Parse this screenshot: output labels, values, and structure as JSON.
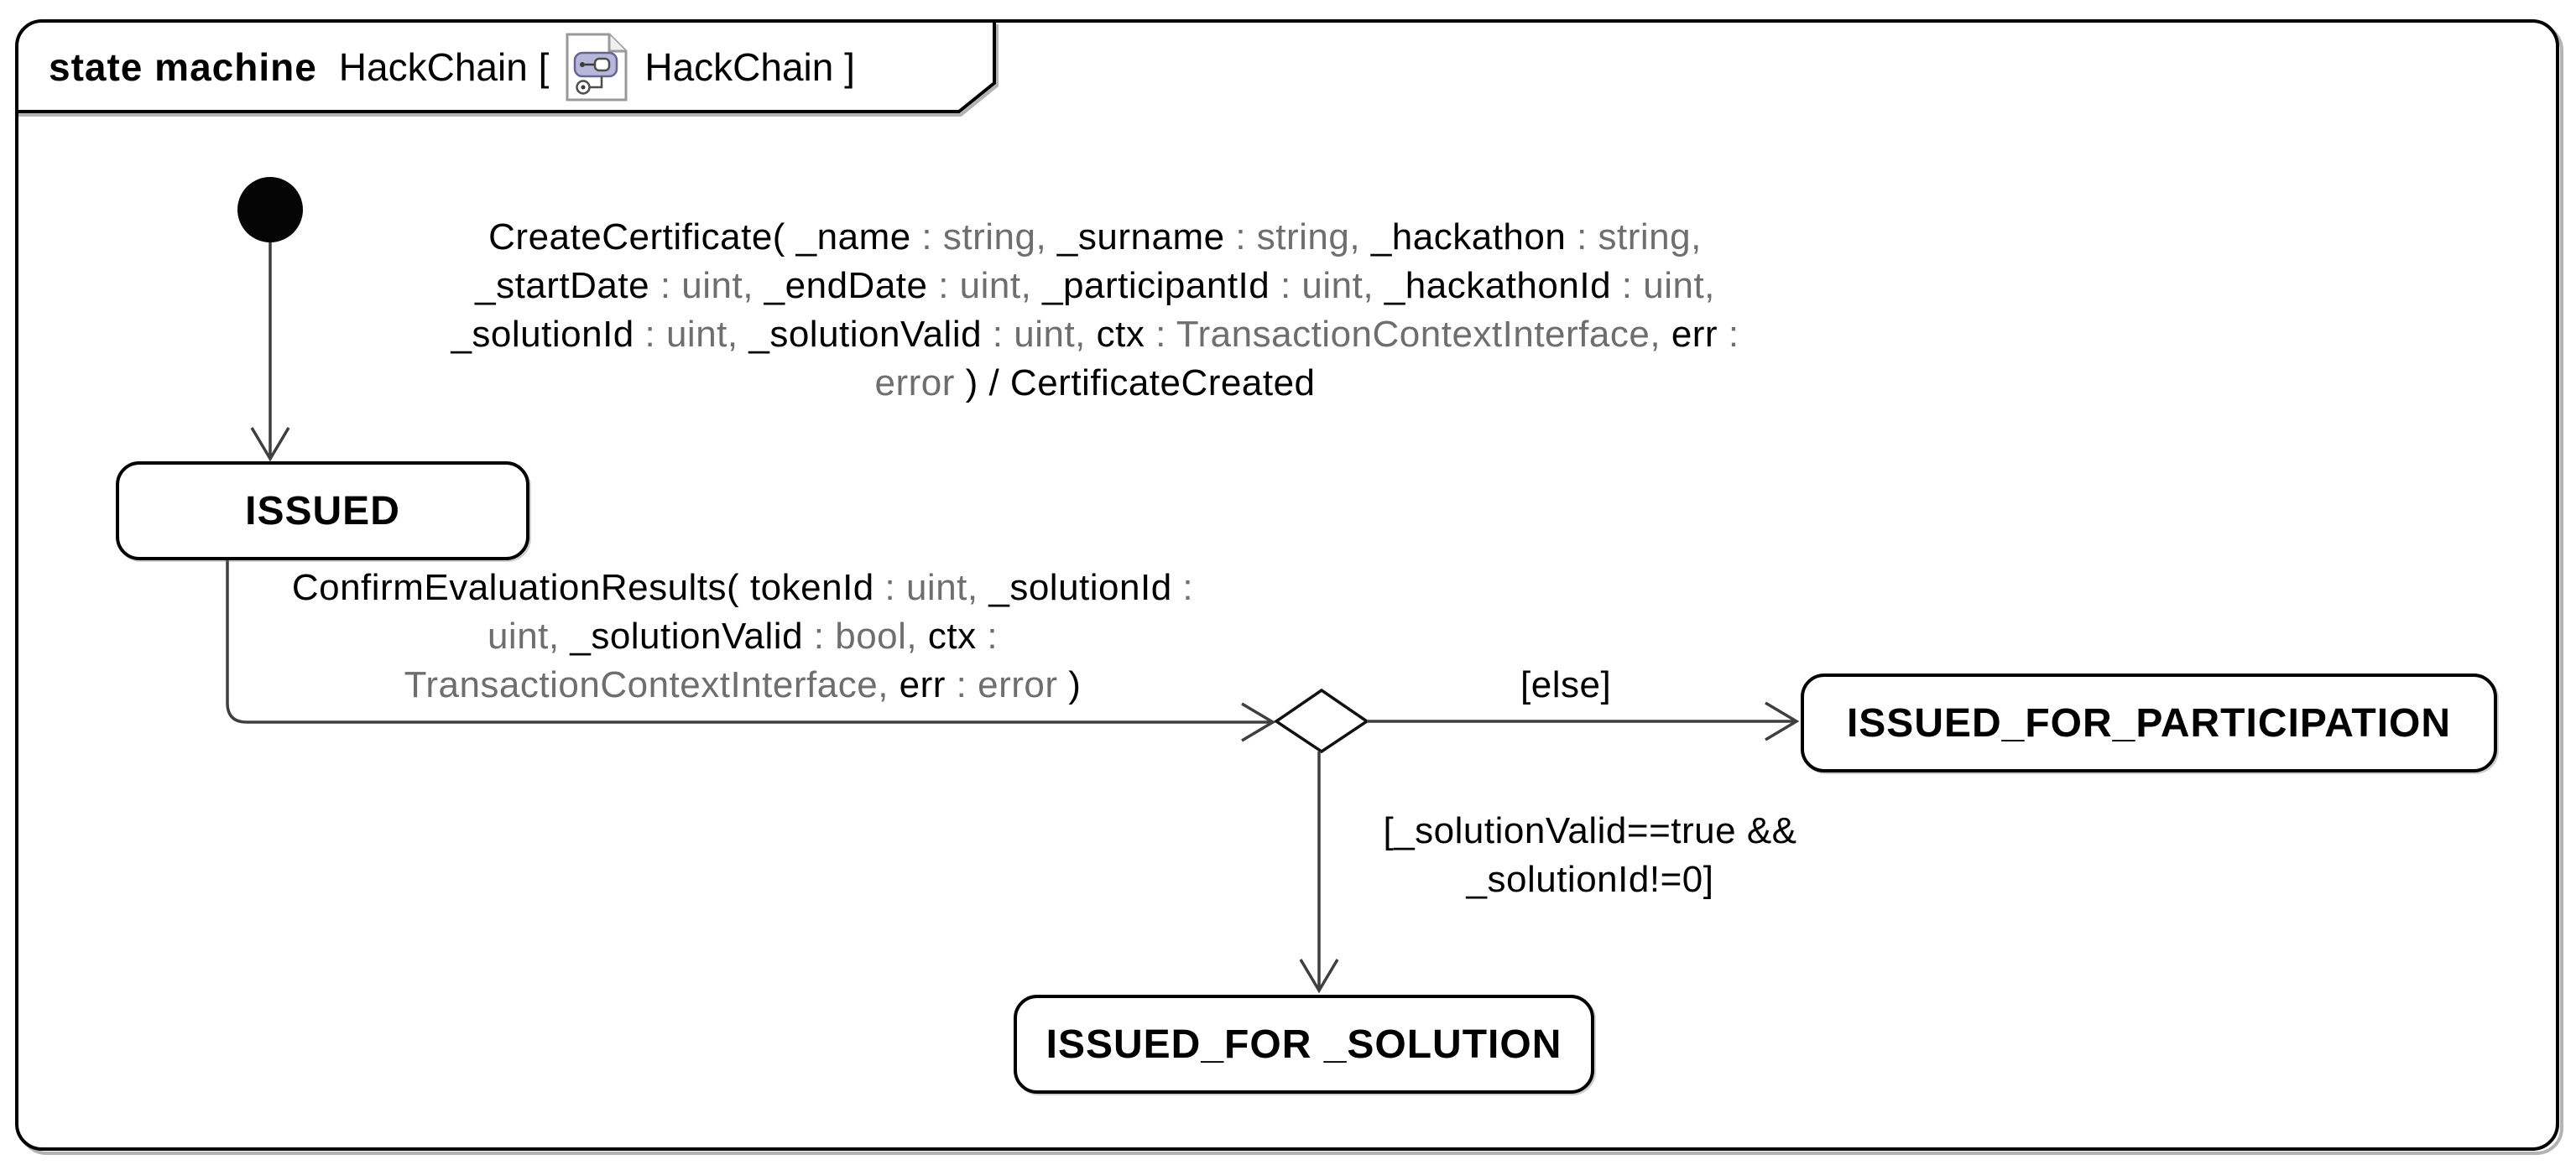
{
  "frame": {
    "title": {
      "keyword": "state machine",
      "name_with_bracket": "HackChain [",
      "ref_with_bracket": "HackChain ]",
      "icon": "state-machine-diagram-icon"
    }
  },
  "colors": {
    "body_text": "#000000",
    "type_text": "#6e6e6e",
    "line": "#3f3f3f",
    "state_border": "#000000",
    "icon_fill": "#b7b7db",
    "icon_border": "#66668f"
  },
  "nodes": {
    "initial": {
      "kind": "initial-pseudostate"
    },
    "choice": {
      "kind": "choice-pseudostate"
    },
    "states": [
      {
        "label": "ISSUED"
      },
      {
        "label": "ISSUED_FOR_PARTICIPATION"
      },
      {
        "label": "ISSUED_FOR _SOLUTION"
      }
    ]
  },
  "transitions": {
    "create_certificate": {
      "lines": [
        [
          {
            "t": "CreateCertificate( _name",
            "s": "n"
          },
          {
            "t": " : string, ",
            "s": "g"
          },
          {
            "t": "_surname",
            "s": "n"
          },
          {
            "t": " : string, ",
            "s": "g"
          },
          {
            "t": "_hackathon",
            "s": "n"
          },
          {
            "t": " : string,",
            "s": "g"
          }
        ],
        [
          {
            "t": "_startDate",
            "s": "n"
          },
          {
            "t": " : uint, ",
            "s": "g"
          },
          {
            "t": "_endDate",
            "s": "n"
          },
          {
            "t": " : uint, ",
            "s": "g"
          },
          {
            "t": "_participantId",
            "s": "n"
          },
          {
            "t": " : uint, ",
            "s": "g"
          },
          {
            "t": "_hackathonId",
            "s": "n"
          },
          {
            "t": " : uint,",
            "s": "g"
          }
        ],
        [
          {
            "t": "_solutionId",
            "s": "n"
          },
          {
            "t": " : uint, ",
            "s": "g"
          },
          {
            "t": "_solutionValid",
            "s": "n"
          },
          {
            "t": " : uint, ",
            "s": "g"
          },
          {
            "t": "ctx",
            "s": "n"
          },
          {
            "t": " : TransactionContextInterface, ",
            "s": "g"
          },
          {
            "t": "err",
            "s": "n"
          },
          {
            "t": " :",
            "s": "g"
          }
        ],
        [
          {
            "t": "error",
            "s": "g"
          },
          {
            "t": " ) / CertificateCreated",
            "s": "n"
          }
        ]
      ]
    },
    "confirm_evaluation_results": {
      "lines": [
        [
          {
            "t": "ConfirmEvaluationResults( tokenId",
            "s": "n"
          },
          {
            "t": " : uint, ",
            "s": "g"
          },
          {
            "t": "_solutionId",
            "s": "n"
          },
          {
            "t": " :",
            "s": "g"
          }
        ],
        [
          {
            "t": "uint, ",
            "s": "g"
          },
          {
            "t": "_solutionValid",
            "s": "n"
          },
          {
            "t": " : bool, ",
            "s": "g"
          },
          {
            "t": "ctx",
            "s": "n"
          },
          {
            "t": " :",
            "s": "g"
          }
        ],
        [
          {
            "t": "TransactionContextInterface, ",
            "s": "g"
          },
          {
            "t": "err",
            "s": "n"
          },
          {
            "t": " : error",
            "s": "g"
          },
          {
            "t": " )",
            "s": "n"
          }
        ]
      ]
    },
    "else_guard": "[else]",
    "solution_guard": {
      "lines": [
        "[_solutionValid==true &&",
        "_solutionId!=0]"
      ]
    }
  }
}
